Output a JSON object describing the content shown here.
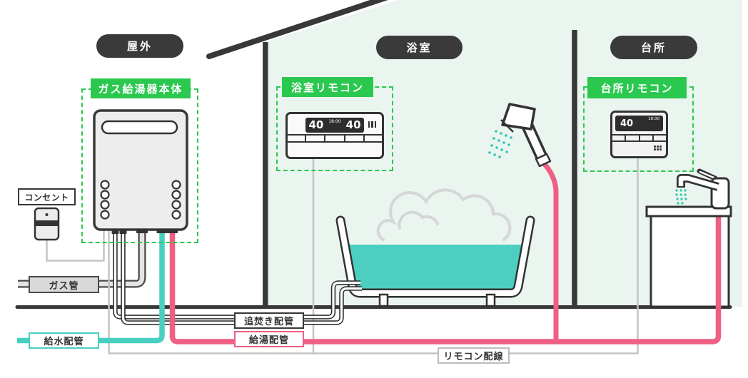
{
  "colors": {
    "accent_green": "#2bc84f",
    "pipe_pink": "#ee5f83",
    "pipe_teal": "#49cfc0",
    "line_dark": "#383838",
    "wire_gray": "#c4c4c4",
    "house_bg": "#e9f5ee"
  },
  "zones": {
    "outdoor": "屋外",
    "bathroom": "浴室",
    "kitchen": "台所"
  },
  "equipment": {
    "heater": "ガス給湯器本体",
    "bath_remote": "浴室リモコン",
    "kitchen_remote": "台所リモコン",
    "outlet": "コンセント"
  },
  "pipes": {
    "gas": "ガス管",
    "water_supply": "給水配管",
    "reheat": "追焚き配管",
    "hot_water": "給湯配管",
    "remote_wiring": "リモコン配線"
  },
  "bath_remote": {
    "bath_temp": "40",
    "clock": "18:00",
    "hot_temp": "40"
  },
  "kitchen_remote": {
    "hot_temp": "40",
    "clock": "18:00"
  }
}
